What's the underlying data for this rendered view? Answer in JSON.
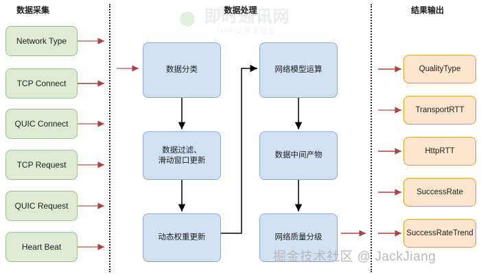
{
  "columns": {
    "collect": {
      "title": "数据采集"
    },
    "process": {
      "title": "数据处理"
    },
    "output": {
      "title": "结果输出"
    }
  },
  "watermarks": {
    "top_main": "即时通讯网",
    "top_sub": "IM中文开发社区",
    "bottom": "掘金技术社区 @ JackJiang"
  },
  "collect_nodes": [
    {
      "label": "Network Type"
    },
    {
      "label": "TCP Connect"
    },
    {
      "label": "QUIC Connect"
    },
    {
      "label": "TCP Request"
    },
    {
      "label": "QUIC Request"
    },
    {
      "label": "Heart Beat"
    }
  ],
  "process_nodes": [
    {
      "label": "数据分类"
    },
    {
      "label": "数据过滤、\n滑动窗口更新"
    },
    {
      "label": "动态权重更新"
    },
    {
      "label": "网络模型运算"
    },
    {
      "label": "数据中间产物"
    },
    {
      "label": "网络质量分级"
    }
  ],
  "output_nodes": [
    {
      "label": "QualityType"
    },
    {
      "label": "TransportRTT"
    },
    {
      "label": "HttpRTT"
    },
    {
      "label": "SuccessRate"
    },
    {
      "label": "SuccessRateTrend"
    }
  ],
  "colors": {
    "green_fill": "#ddebd4",
    "green_border": "#9cc184",
    "blue_fill": "#d3e1f5",
    "blue_border": "#8aa9cf",
    "orange_fill": "#fce6cd",
    "orange_border": "#d8a32e",
    "red_arrow": "#a94442",
    "black_arrow": "#000000",
    "divider": "#2b2b2b",
    "background": "#ffffff"
  }
}
